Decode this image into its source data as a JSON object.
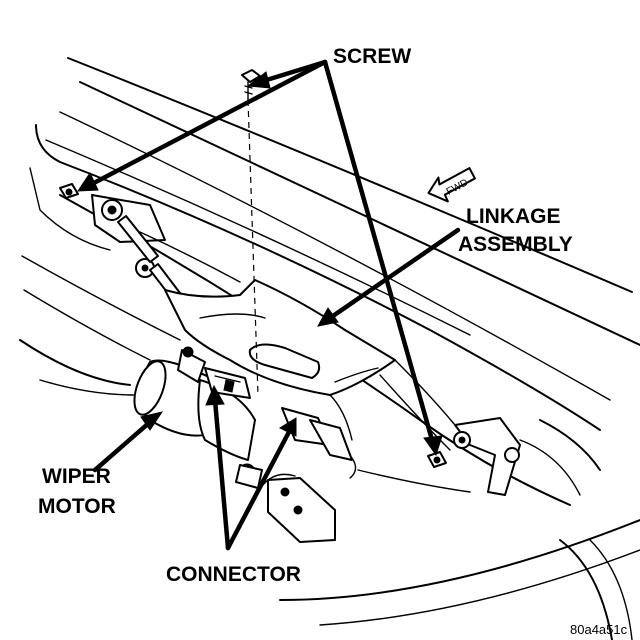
{
  "labels": {
    "screw": "SCREW",
    "linkage_line1": "LINKAGE",
    "linkage_line2": "ASSEMBLY",
    "wiper_line1": "WIPER",
    "wiper_line2": "MOTOR",
    "connector": "CONNECTOR",
    "fwd": "FWD",
    "figure_code": "80a4a51c"
  },
  "icons": {
    "direction_arrow": "fwd-arrow-icon"
  }
}
